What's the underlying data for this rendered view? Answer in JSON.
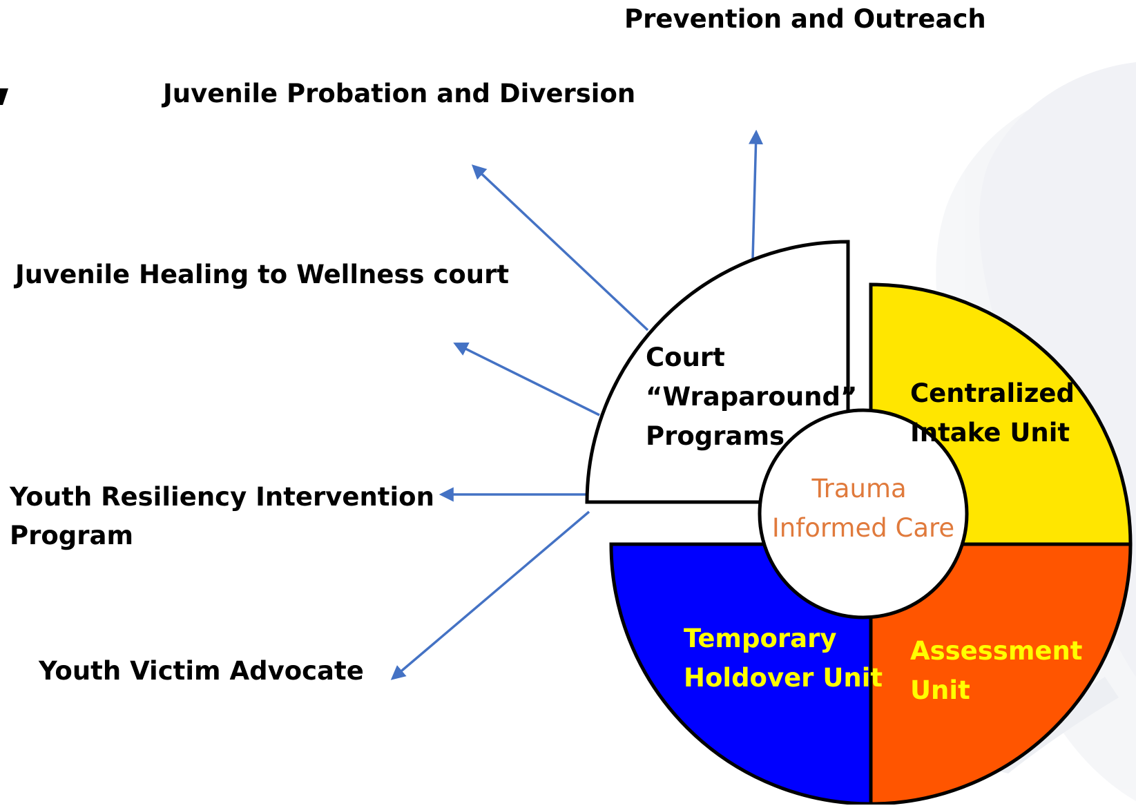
{
  "labels": {
    "prevention": "Prevention and Outreach",
    "probation": "Juvenile Probation and Diversion",
    "healing": "Juvenile Healing to Wellness court",
    "resiliency_line1": "Youth Resiliency Intervention",
    "resiliency_line2": "Program",
    "victim": "Youth Victim Advocate"
  },
  "wheel": {
    "court": {
      "line1": "Court",
      "line2": "“Wraparound”",
      "line3": "Programs",
      "fill": "#ffffff",
      "text_color": "#000000"
    },
    "intake": {
      "line1": "Centralized",
      "line2": "Intake Unit",
      "fill": "#ffe600",
      "text_color": "#000000"
    },
    "assessment": {
      "line1": "Assessment",
      "line2": "Unit",
      "fill": "#ff5500",
      "text_color": "#ffff00"
    },
    "holdover": {
      "line1": "Temporary",
      "line2": "Holdover Unit",
      "fill": "#0000ff",
      "text_color": "#ffff00"
    },
    "center": {
      "line1": "Trauma",
      "line2": "Informed Care",
      "fill": "#ffffff",
      "text_color": "#e07a3c"
    }
  },
  "colors": {
    "arrow": "#4472c4",
    "outline": "#000000",
    "watermark": "#eef0f4"
  }
}
